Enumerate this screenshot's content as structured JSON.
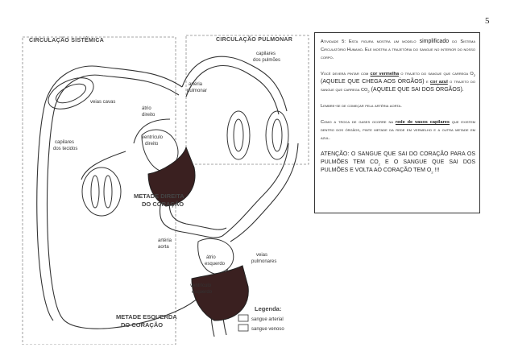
{
  "page_number": "5",
  "diagram": {
    "title_systemic": "CIRCULAÇÃO SISTÊMICA",
    "title_pulmonary": "CIRCULAÇÃO PULMONAR",
    "label_capilares_pulmoes_1": "capilares",
    "label_capilares_pulmoes_2": "dos pulmões",
    "label_arteria_pulmonar_1": "artéria",
    "label_arteria_pulmonar_2": "pulmonar",
    "label_veias_cavas": "veias cavas",
    "label_atrio_direito_1": "átrio",
    "label_atrio_direito_2": "direito",
    "label_ventriculo_direito_1": "ventrículo",
    "label_ventriculo_direito_2": "direito",
    "label_capilares_tecidos_1": "capilares",
    "label_capilares_tecidos_2": "dos tecidos",
    "label_metade_direita_1": "METADE DIREITA",
    "label_metade_direita_2": "DO CORAÇÃO",
    "label_arteria_aorta_1": "artéria",
    "label_arteria_aorta_2": "aorta",
    "label_atrio_esquerdo_1": "átrio",
    "label_atrio_esquerdo_2": "esquerdo",
    "label_veias_pulmonares_1": "veias",
    "label_veias_pulmonares_2": "pulmonares",
    "label_ventriculo_esquerdo_1": "ventrículo",
    "label_ventriculo_esquerdo_2": "esquerdo",
    "label_metade_esquerda_1": "METADE ESQUERDA",
    "label_metade_esquerda_2": "DO CORAÇÃO",
    "legend_title": "Legenda:",
    "legend_arterial": "sangue arterial",
    "legend_venoso": "sangue venoso"
  },
  "activity": {
    "p1_a": "Atividade 5: Esta figura mostra um modelo ",
    "p1_b": "simplificado",
    "p1_c": " do Sistema Circulatório Humano. Ele mostra a trajetória do sangue no interior do nosso corpo.",
    "p2_a": "Você deverá pintar com ",
    "p2_u1": "cor vermelha",
    "p2_b": " o trajeto do sangue que carrega O",
    "p2_sub1": "2",
    "p2_c": " (AQUELE QUE CHEGA AOS ÓRGÃOS)",
    "p2_d": " e ",
    "p2_u2": "cor azul",
    "p2_e": " o trajeto do sangue que carrega CO",
    "p2_sub2": "2",
    "p2_f": " (AQUELE QUE SAI DOS ÓRGÃOS).",
    "p3": "Lembre-se de começar pela artéria aorta.",
    "p4_a": "Como a troca de gases ocorre na ",
    "p4_u": "rede de vasos capilares",
    "p4_b": " que existem dentro dos órgãos, pinte metade da rede em vermelho e a outra metade em azul.",
    "p5_a": "ATENÇÃO: O SANGUE QUE SAI DO CORAÇÃO PARA OS PULMÕES TEM CO",
    "p5_sub1": "2",
    "p5_b": " E O SANGUE QUE SAI DOS PULMÕES E VOLTA AO CORAÇÃO TEM O",
    "p5_sub2": "2",
    "p5_c": " !!!"
  }
}
